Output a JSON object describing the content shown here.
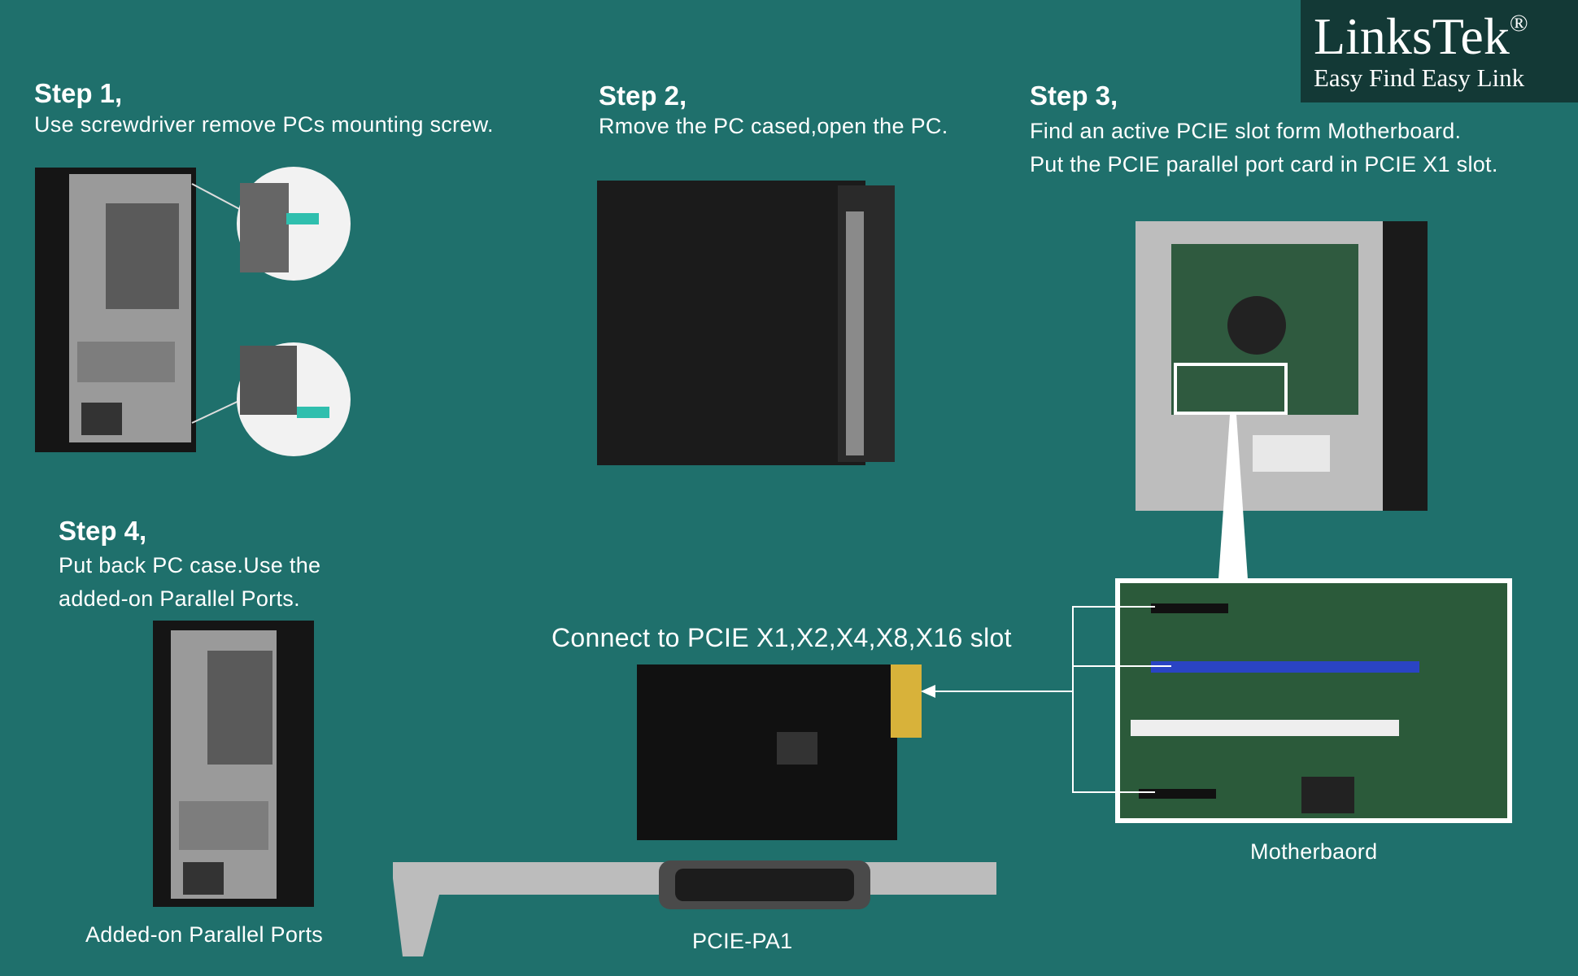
{
  "logo": {
    "name": "LinksTek",
    "registered": "®",
    "tagline": "Easy Find Easy Link"
  },
  "steps": [
    {
      "title": "Step 1,",
      "lines": [
        "Use screwdriver remove PCs mounting screw."
      ]
    },
    {
      "title": "Step 2,",
      "lines": [
        "Rmove the PC cased,open the PC."
      ]
    },
    {
      "title": "Step 3,",
      "lines": [
        "Find an active PCIE slot form Motherboard.",
        "Put the PCIE parallel port card in PCIE X1 slot."
      ]
    },
    {
      "title": "Step 4,",
      "lines": [
        "Put back PC case.Use the",
        "added-on Parallel Ports."
      ]
    }
  ],
  "captions": {
    "added_on": "Added-on Parallel Ports",
    "connect": "Connect to PCIE X1,X2,X4,X8,X16 slot",
    "product": "PCIE-PA1",
    "motherboard": "Motherbaord"
  },
  "colors": {
    "background": "#1f706c",
    "logo_bg": "#133936",
    "text": "#ffffff"
  }
}
